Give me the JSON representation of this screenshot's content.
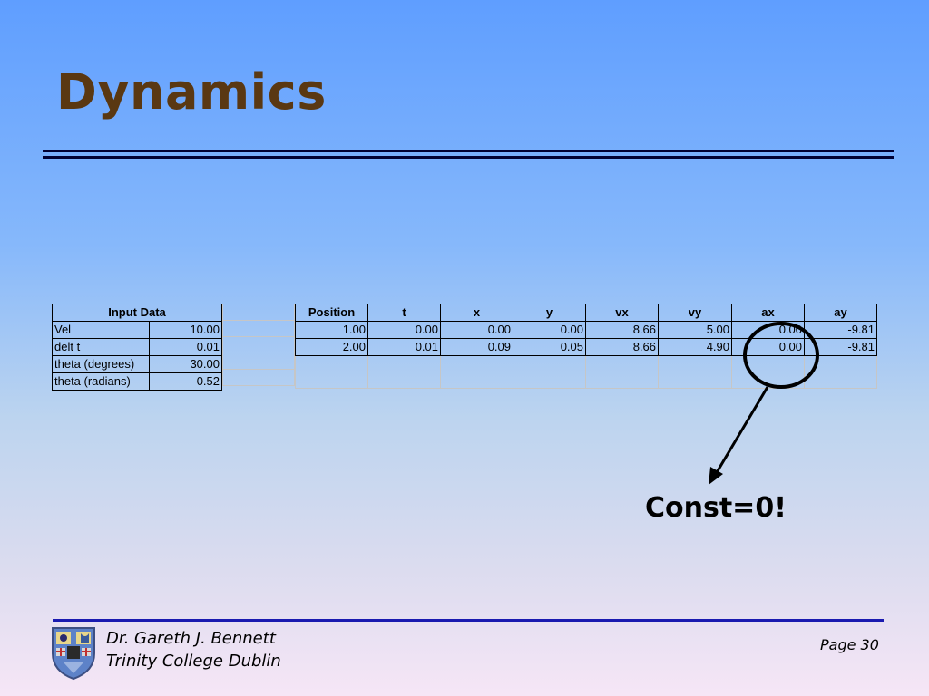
{
  "slide": {
    "title": "Dynamics",
    "annotation": "Const=0!",
    "footer": {
      "author": "Dr. Gareth J. Bennett",
      "institution": "Trinity College Dublin",
      "page": "Page 30"
    }
  },
  "input_table": {
    "header": "Input Data",
    "rows": [
      {
        "label": "Vel",
        "value": "10.00"
      },
      {
        "label": "delt t",
        "value": "0.01"
      },
      {
        "label": "theta (degrees)",
        "value": "30.00"
      },
      {
        "label": "theta (radians)",
        "value": "0.52"
      }
    ]
  },
  "motion_table": {
    "headers": [
      "Position",
      "t",
      "x",
      "y",
      "vx",
      "vy",
      "ax",
      "ay"
    ],
    "rows": [
      [
        "1.00",
        "0.00",
        "0.00",
        "0.00",
        "8.66",
        "5.00",
        "0.00",
        "-9.81"
      ],
      [
        "2.00",
        "0.01",
        "0.09",
        "0.05",
        "8.66",
        "4.90",
        "0.00",
        "-9.81"
      ]
    ]
  },
  "colors": {
    "title": "#5a3812",
    "footer_rule": "#1a1ab0"
  },
  "icons": {
    "crest": "trinity-college-crest-icon"
  }
}
